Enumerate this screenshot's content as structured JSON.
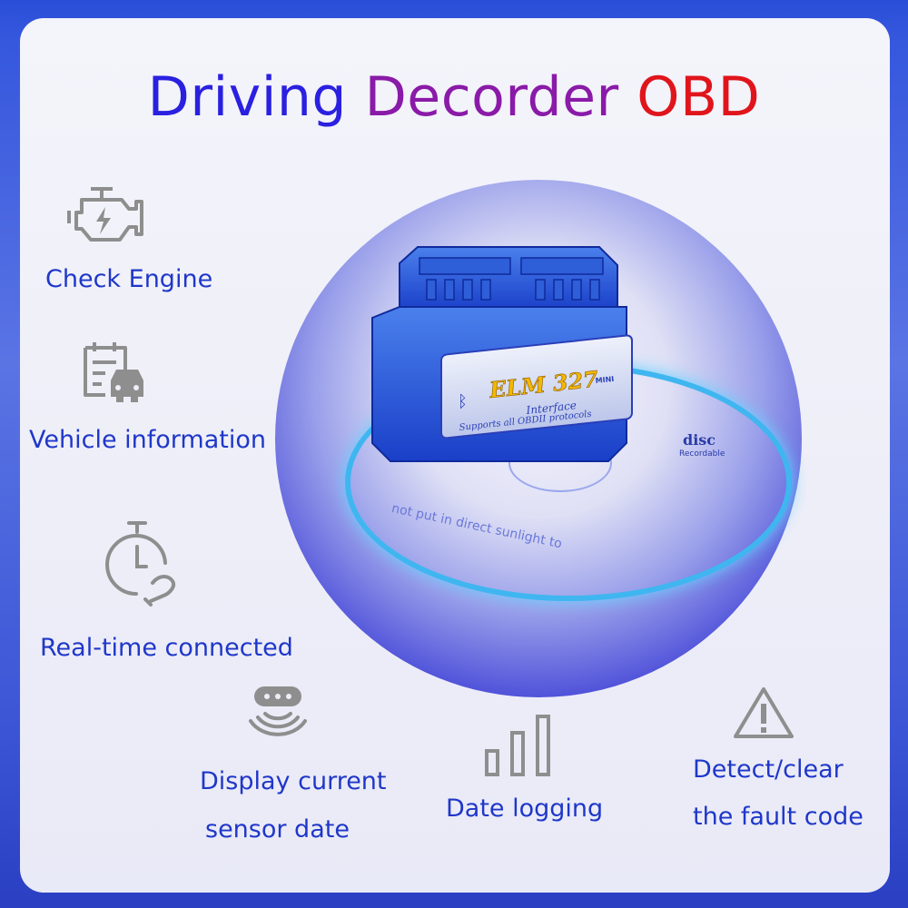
{
  "title": {
    "word1": "Driving",
    "word2": "Decorder",
    "word3": "OBD"
  },
  "colors": {
    "title1": "#2a20e0",
    "title2": "#8a1aa8",
    "title3": "#e0151c",
    "label": "#1f37c9",
    "icon": "#8e8e8e",
    "ring": "#3fb6f0"
  },
  "features": [
    {
      "label": "Check Engine",
      "icon": "engine-icon"
    },
    {
      "label": "Vehicle information",
      "icon": "vehicle-document-icon"
    },
    {
      "label": "Real-time connected",
      "icon": "stopwatch-icon"
    },
    {
      "label": "Display current sensor date",
      "line1": "Display current",
      "line2": "sensor date",
      "icon": "sensor-icon"
    },
    {
      "label": "Date logging",
      "icon": "bar-chart-icon"
    },
    {
      "label": "Detect/clear the fault code",
      "line1": "Detect/clear",
      "line2": "the fault code",
      "icon": "warning-icon"
    }
  ],
  "device": {
    "brand": "ELM 327",
    "badge": "MINI",
    "line1": "Interface",
    "line2": "Supports all OBDII protocols"
  },
  "disc": {
    "logo": "disc",
    "sub": "Recordable",
    "text": "not put in direct sunlight to"
  }
}
